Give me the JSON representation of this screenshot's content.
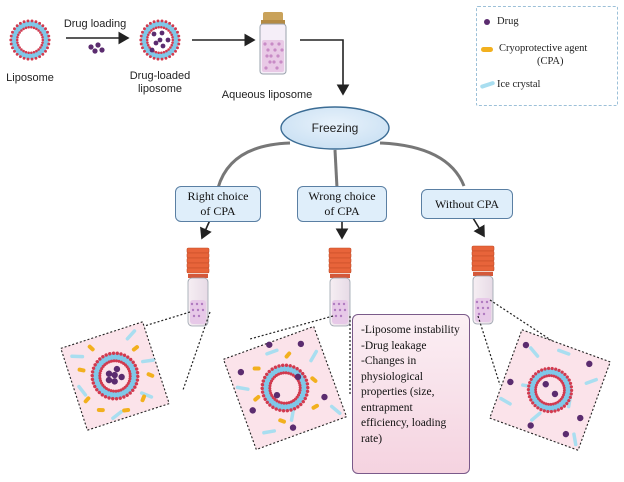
{
  "labels": {
    "liposome": "Liposome",
    "drug_loading": "Drug loading",
    "drug_loaded_1": "Drug-loaded",
    "drug_loaded_2": "liposome",
    "aqueous": "Aqueous liposome",
    "freezing": "Freezing"
  },
  "legend": {
    "drug": "Drug",
    "cpa_1": "Cryoprotective agent",
    "cpa_2": "(CPA)",
    "ice": "Ice crystal"
  },
  "branches": [
    {
      "line1": "Right choice",
      "line2": "of CPA"
    },
    {
      "line1": "Wrong choice",
      "line2": "of CPA"
    },
    {
      "line1": "Without CPA",
      "line2": ""
    }
  ],
  "effects": [
    "-Liposome instability",
    "-Drug leakage",
    "-Changes in physiological properties (size, entrapment efficiency, loading rate)"
  ],
  "colors": {
    "membrane_red": "#d23a4f",
    "membrane_blue": "#7fc8e8",
    "drug": "#5b2c6f",
    "cpa": "#f2b01e",
    "ice": "#a9def0",
    "vial_cap": "#e8643a",
    "panel_pink": "#fbe3ea"
  }
}
